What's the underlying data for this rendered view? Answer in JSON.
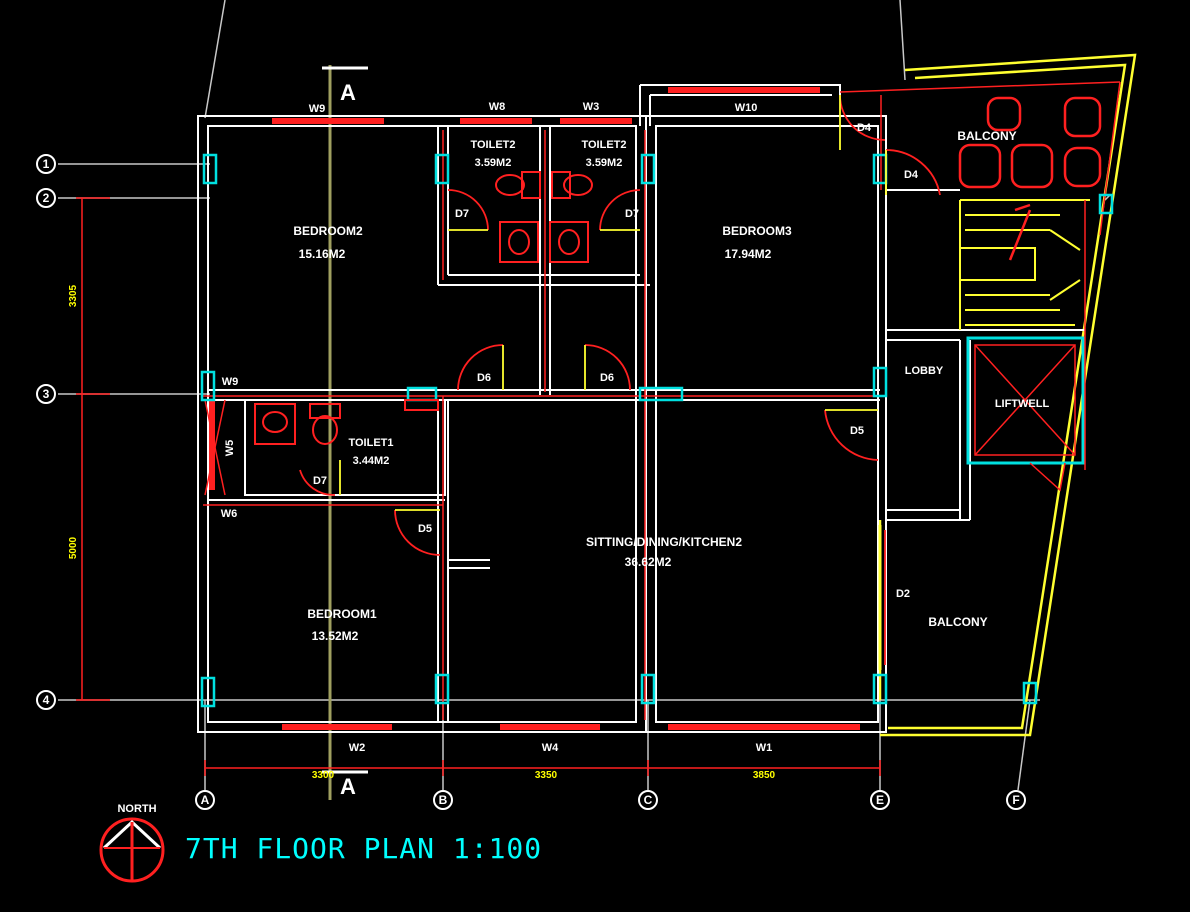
{
  "title": "7TH FLOOR PLAN 1:100",
  "north_label": "NORTH",
  "section_mark": "A",
  "grid": {
    "rows": [
      "1",
      "2",
      "3",
      "4"
    ],
    "cols": [
      "A",
      "B",
      "C",
      "E",
      "F"
    ]
  },
  "dimensions": {
    "vertical": [
      "3305",
      "5000"
    ],
    "horizontal": [
      "3300",
      "3350",
      "3850"
    ]
  },
  "rooms": {
    "bedroom2": {
      "name": "BEDROOM2",
      "area": "15.16M2"
    },
    "bedroom3": {
      "name": "BEDROOM3",
      "area": "17.94M2"
    },
    "bedroom1": {
      "name": "BEDROOM1",
      "area": "13.52M2"
    },
    "toilet2a": {
      "name": "TOILET2",
      "area": "3.59M2"
    },
    "toilet2b": {
      "name": "TOILET2",
      "area": "3.59M2"
    },
    "toilet1": {
      "name": "TOILET1",
      "area": "3.44M2"
    },
    "sitting": {
      "name": "SITTING/DINING/KITCHEN2",
      "area": "36.62M2"
    },
    "balcony_top": {
      "name": "BALCONY"
    },
    "balcony_right": {
      "name": "BALCONY"
    },
    "lobby": {
      "name": "LOBBY"
    },
    "lift": {
      "name": "LIFTWELL"
    }
  },
  "labels": {
    "w9_top": "W9",
    "w8": "W8",
    "w3": "W3",
    "w10": "W10",
    "w9_left": "W9",
    "w5": "W5",
    "w6": "W6",
    "w2": "W2",
    "w4": "W4",
    "w1": "W1",
    "d7a": "D7",
    "d7b": "D7",
    "d7c": "D7",
    "d6a": "D6",
    "d6b": "D6",
    "d5a": "D5",
    "d5b": "D5",
    "d4a": "D4",
    "d4b": "D4",
    "d2": "D2"
  }
}
